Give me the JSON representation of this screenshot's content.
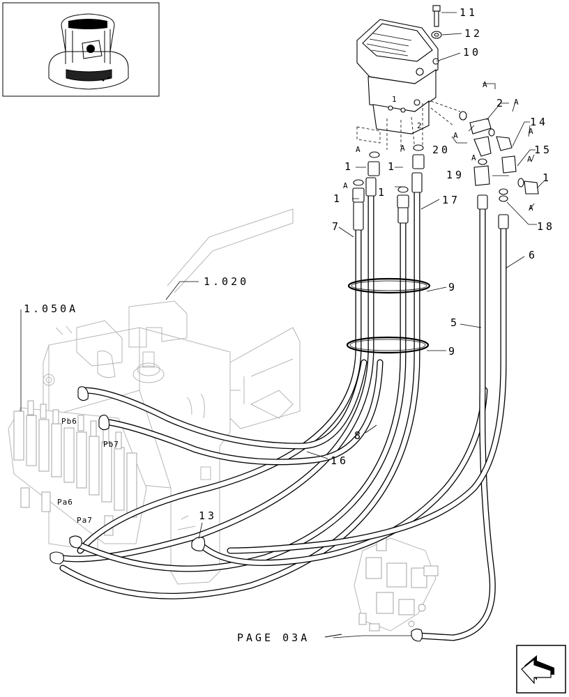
{
  "callouts": {
    "c11": "11",
    "c12": "12",
    "c10": "10",
    "c2": "2",
    "c14": "14",
    "c20": "20",
    "c15": "15",
    "c19": "19",
    "c1_right": "1",
    "c18": "18",
    "c17": "17",
    "c1_a": "1",
    "c1_b": "1",
    "c1_c": "1",
    "c1_d": "1",
    "c7": "7",
    "c9_top": "9",
    "c9_bottom": "9",
    "c6": "6",
    "c5": "5",
    "c8": "8",
    "c16": "16",
    "c13": "13",
    "ref_1020": "1.020",
    "ref_1050a": "1.050A",
    "page_ref": "PAGE 03A"
  },
  "detail_refs": [
    "A",
    "A",
    "A",
    "A",
    "A",
    "A",
    "A",
    "A",
    "A",
    "A"
  ],
  "port_labels": {
    "pb6": "Pb6",
    "pb7": "Pb7",
    "pa6": "Pa6",
    "pa7": "Pa7",
    "port1": "1",
    "port2": "2"
  },
  "nav": {
    "next_icon": "arrow-next-page-icon"
  }
}
